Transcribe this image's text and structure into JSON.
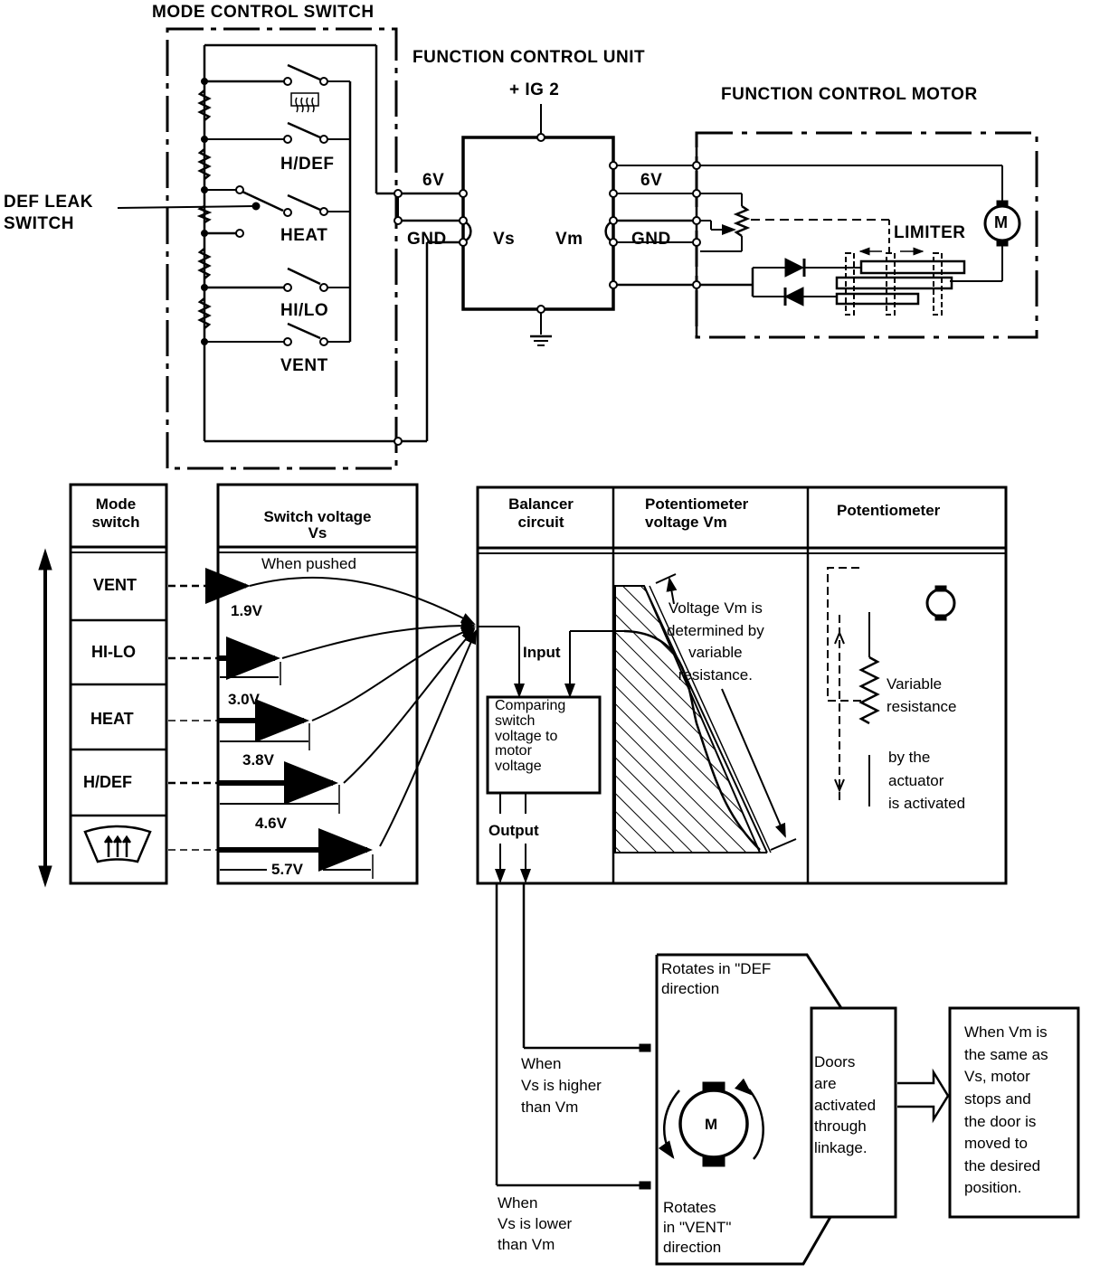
{
  "circuit": {
    "mode_control_switch_title": "MODE CONTROL SWITCH",
    "function_control_unit_title": "FUNCTION CONTROL UNIT",
    "function_control_motor_title": "FUNCTION CONTROL MOTOR",
    "def_leak_switch_label": "DEF LEAK\nSWITCH",
    "ig2_label": "+ IG 2",
    "switch_labels": [
      "H/DEF",
      "HEAT",
      "HI/LO",
      "VENT"
    ],
    "unit_left_6v": "6V",
    "unit_left_gnd": "GND",
    "vs_label": "Vs",
    "vm_label": "Vm",
    "unit_right_6v": "6V",
    "unit_right_gnd": "GND",
    "limiter_label": "LIMITER",
    "motor_symbol": "M"
  },
  "table": {
    "mode_switch_header": "Mode\nswitch",
    "switch_voltage_header": "Switch voltage\nVs",
    "balancer_header": "Balancer\ncircuit",
    "pot_voltage_header": "Potentiometer\nvoltage Vm",
    "potentiometer_header": "Potentiometer",
    "modes": [
      {
        "label": "VENT",
        "voltage": "1.9V"
      },
      {
        "label": "HI-LO",
        "voltage": "3.0V"
      },
      {
        "label": "HEAT",
        "voltage": "3.8V"
      },
      {
        "label": "H/DEF",
        "voltage": "4.6V"
      },
      {
        "label": "DEF",
        "icon": "defrost-icon",
        "voltage": "5.7V"
      }
    ],
    "when_pushed": "When pushed",
    "input_label": "Input",
    "comparing_box": "Comparing\nswitch\nvoltage to\nmotor\nvoltage",
    "output_label": "Output",
    "vm_note": "Voltage Vm is\ndetermined by\nvariable\nresistance.",
    "variable_resistance_note": "Variable\nresistance",
    "actuator_note": "by the\nactuator\nis activated"
  },
  "flow": {
    "rotates_def": "Rotates in \"DEF\ndirection",
    "rotates_vent": "Rotates\nin \"VENT\"\ndirection",
    "when_higher": "When\nVs is higher\nthan Vm",
    "when_lower": "When\nVs is lower\nthan Vm",
    "doors_box": "Doors\nare\nactivated\nthrough\nlinkage.",
    "result_box": "When Vm is\nthe same as\nVs, motor\nstops and\nthe door is\nmoved to\nthe desired\nposition."
  }
}
